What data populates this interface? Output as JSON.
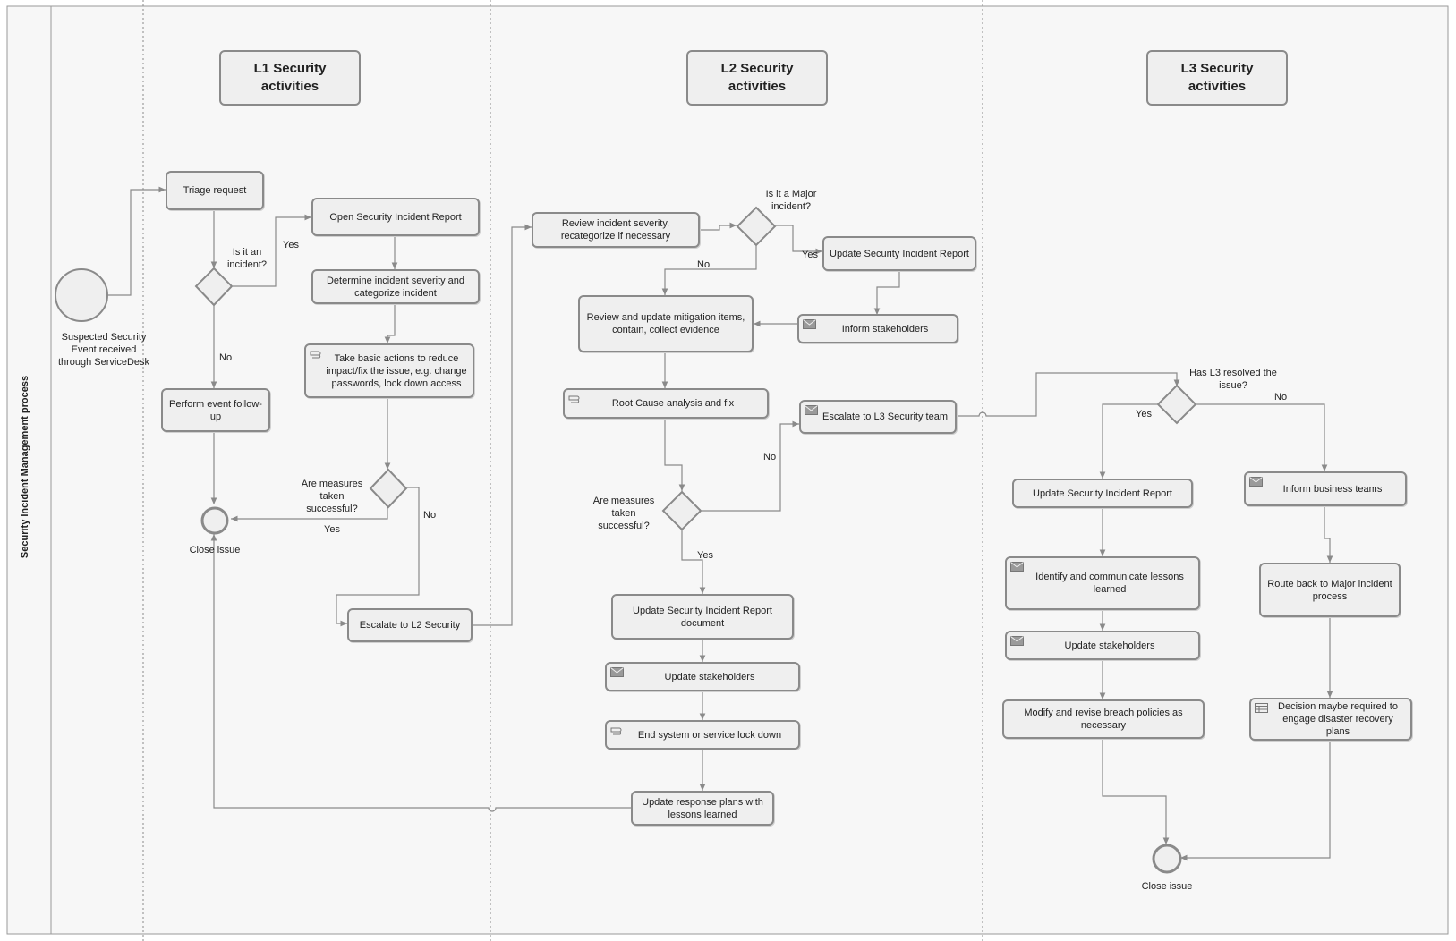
{
  "pool": {
    "title": "Security Incident Management process"
  },
  "lanes": {
    "l1": "L1 Security activities",
    "l2": "L2 Security activities",
    "l3": "L3 Security activities"
  },
  "events": {
    "start": "Suspected Security Event received through ServiceDesk",
    "end_l1": "Close issue",
    "end_l3": "Close issue"
  },
  "tasks": {
    "triage": "Triage request",
    "open_report": "Open Security Incident Report",
    "determine_severity": "Determine incident severity and categorize incident",
    "basic_actions": "Take basic actions to reduce impact/fix the issue, e.g. change passwords, lock down access",
    "follow_up": "Perform event follow-up",
    "escalate_l2": "Escalate to L2 Security",
    "review_severity": "Review incident severity, recategorize if necessary",
    "update_report_l2": "Update Security Incident Report",
    "inform_stakeholders": "Inform stakeholders",
    "review_mitigation": "Review and update mitigation items, contain, collect evidence",
    "root_cause": "Root Cause analysis and fix",
    "escalate_l3": "Escalate to L3 Security team",
    "update_report_doc": "Update Security Incident Report document",
    "update_stakeholders_l2": "Update stakeholders",
    "end_lockdown": "End system or service lock down",
    "update_plans": "Update response plans with lessons learned",
    "update_report_l3": "Update Security Incident Report",
    "identify_lessons": "Identify and communicate lessons learned",
    "update_stakeholders_l3": "Update stakeholders",
    "modify_policies": "Modify and revise breach policies as necessary",
    "inform_business": "Inform business teams",
    "route_back": "Route back to Major incident process",
    "decision_dr": "Decision maybe required to engage disaster recovery plans"
  },
  "gateways": {
    "is_incident": "Is it an incident?",
    "measures_l1": "Are measures taken successful?",
    "is_major": "Is it a Major incident?",
    "measures_l2": "Are measures taken successful?",
    "l3_resolved": "Has L3 resolved the issue?"
  },
  "flow_labels": {
    "yes_incident": "Yes",
    "no_incident": "No",
    "yes_measures_l1": "Yes",
    "no_measures_l1": "No",
    "yes_major": "Yes",
    "no_major": "No",
    "no_measures_l2": "No",
    "yes_measures_l2": "Yes",
    "yes_l3": "Yes",
    "no_l3": "No"
  },
  "colors": {
    "border": "#8a8a8a",
    "fill": "#efefef",
    "lane_fill": "#f7f7f7",
    "line": "#8a8a8a",
    "text": "#222222"
  },
  "icons": {
    "message": "envelope-icon",
    "manual": "manual-task-icon",
    "table": "table-icon"
  }
}
